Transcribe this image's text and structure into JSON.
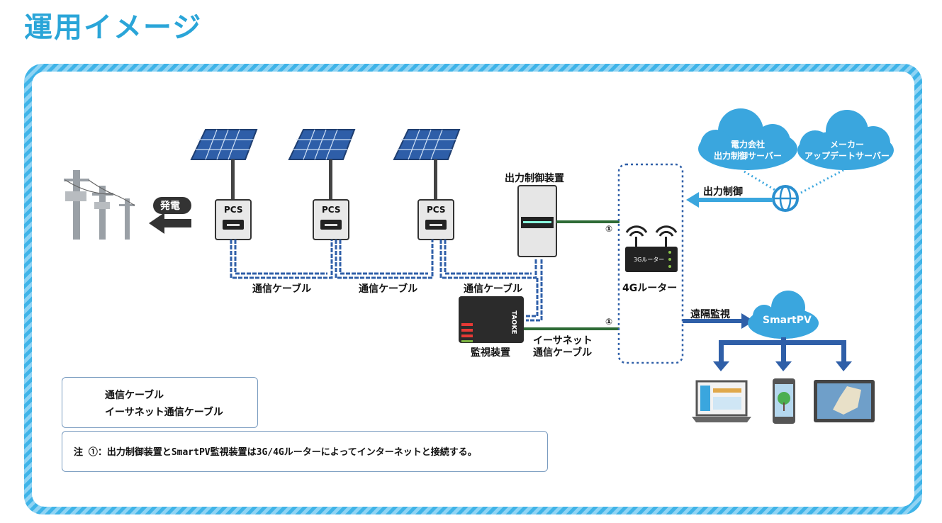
{
  "title": "運用イメージ",
  "labels": {
    "generation": "発電",
    "pcs": "PCS",
    "comm_cable": "通信ケーブル",
    "output_control_device": "出力制御装置",
    "monitoring_device": "監視装置",
    "ethernet_cable_line1": "イーサネット",
    "ethernet_cable_line2": "通信ケーブル",
    "router": "4Gルーター",
    "router_screen": "3Gルーター",
    "circled_one": "①",
    "output_control": "出力制御",
    "remote_monitoring": "遠隔監視",
    "smartpv": "SmartPV",
    "device_brand": "TAOKE",
    "cloud_power_line1": "電力会社",
    "cloud_power_line2": "出力制御サーバー",
    "cloud_maker_line1": "メーカー",
    "cloud_maker_line2": "アップデートサーバー"
  },
  "legend": {
    "comm_cable": "通信ケーブル",
    "ethernet_cable": "イーサネット通信ケーブル"
  },
  "note": "注 ①：出力制御装置とSmartPV監視装置は3G/4Gルーターによってインターネットと接続する。",
  "colors": {
    "accent": "#2aa5d8",
    "comm_cable": "#2f5fa8",
    "ethernet_cable": "#2e6b36",
    "cloud": "#3aa6de"
  }
}
